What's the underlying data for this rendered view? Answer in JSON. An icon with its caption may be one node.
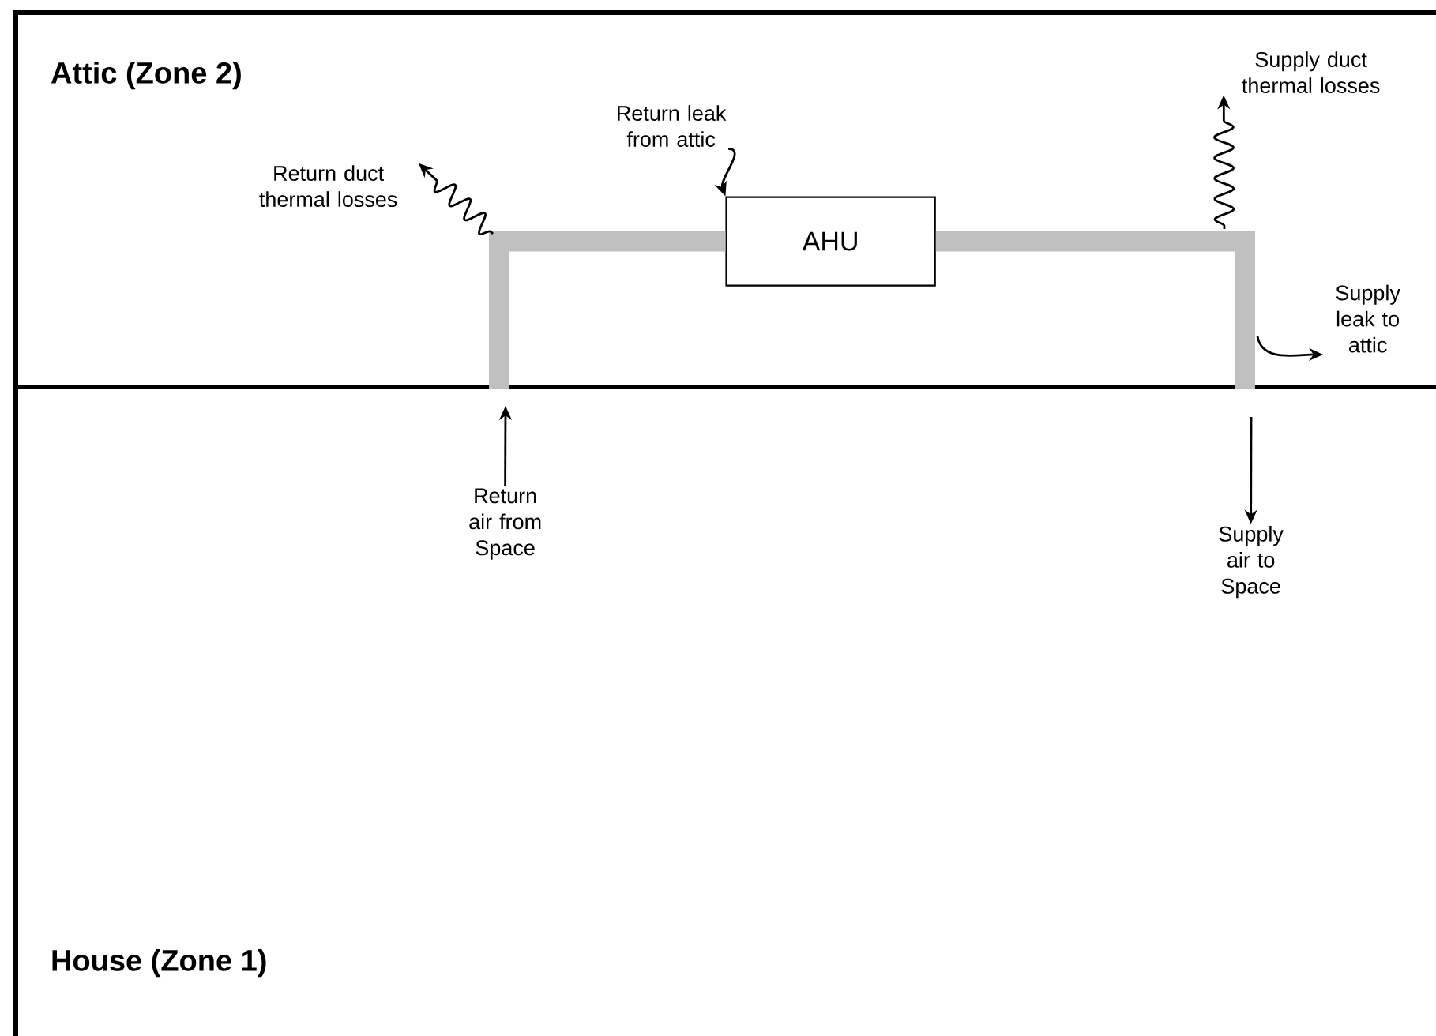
{
  "diagram": {
    "nodes": [
      {
        "text": [
          "Attic (Zone 2)"
        ]
      },
      {
        "text": [
          "House (Zone 1)"
        ]
      },
      {
        "text": [
          "AHU"
        ],
        "in": 0
      },
      {
        "text": [
          "Return duct thermal losses"
        ],
        "in": 0
      },
      {
        "text": [
          "Return leak from attic"
        ],
        "in": 0
      },
      {
        "text": [
          "Supply duct thermal losses"
        ],
        "in": 0
      },
      {
        "text": [
          "Supply leak to attic"
        ],
        "in": 0
      },
      {
        "text": [
          "Return air from Space"
        ],
        "in": 1
      },
      {
        "text": [
          "Supply air to Space"
        ],
        "in": 1
      }
    ],
    "edges": [
      {
        "from": null,
        "to": 2,
        "arrow": "none",
        "style": "thick",
        "color": "#c0c0c0"
      },
      {
        "from": 2,
        "to": null,
        "arrow": "none",
        "style": "thick",
        "color": "#c0c0c0"
      },
      {
        "from": null,
        "to": 3,
        "arrow": "to"
      },
      {
        "from": 4,
        "to": 2,
        "arrow": "to"
      },
      {
        "from": null,
        "to": 5,
        "arrow": "to"
      },
      {
        "from": null,
        "to": 6,
        "arrow": "to"
      },
      {
        "from": 7,
        "to": null,
        "arrow": "to"
      },
      {
        "from": null,
        "to": 8,
        "arrow": "to"
      }
    ]
  }
}
